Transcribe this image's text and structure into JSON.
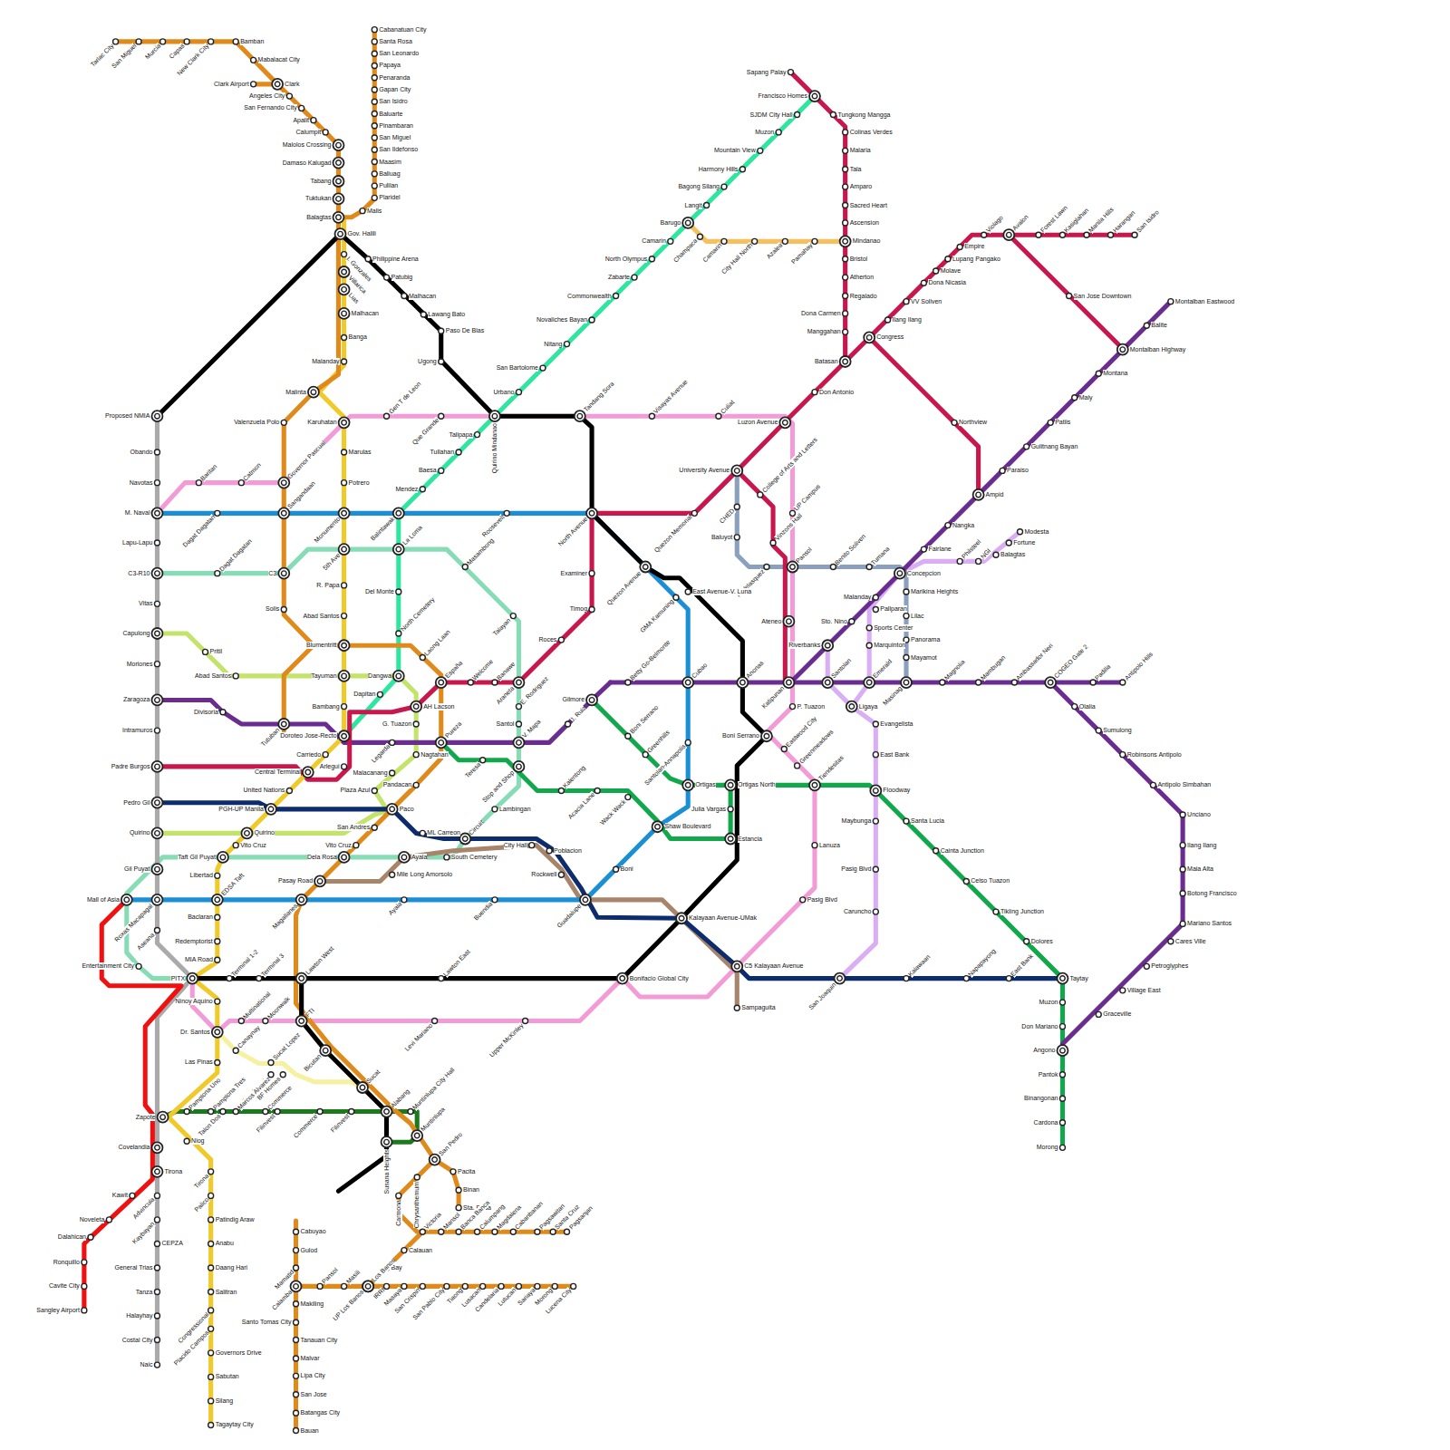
{
  "diagram": {
    "labels": [
      "Tarlac City",
      "San Miguel",
      "Murcia",
      "Capas",
      "New Clark City",
      "Bamban",
      "Mabalacat City",
      "Clark",
      "Clark Airport",
      "Angeles City",
      "San Fernando City",
      "Apalit",
      "Calumpit",
      "Malolos Crossing",
      "Damaso Kalugad",
      "Tabang",
      "Tuktukan",
      "Balagtas",
      "Malis",
      "Cabanatuan City",
      "Santa Rosa",
      "San Leonardo",
      "Papaya",
      "Penaranda",
      "Gapan City",
      "San Isidro",
      "Baluarte",
      "Pinambaran",
      "San Miguel",
      "San Ildefonso",
      "Maasim",
      "Baliuag",
      "Pulilan",
      "Plaridel",
      "Gov. Halili",
      "Philippine Arena",
      "Patubig",
      "Malhacan",
      "Lawang Bato",
      "Paso De Blas",
      "Ugong",
      "I. Gonzales",
      "Villarica",
      "Lias",
      "Malhacan",
      "Banga",
      "Malanday",
      "Malinta",
      "Valenzuela Polo",
      "Karuhatan",
      "Marulas",
      "Potrero",
      "Monumento",
      "5th Ave",
      "R. Papa",
      "Abad Santos",
      "Blumentritt",
      "Tayuman",
      "Bambang",
      "Doroteo Jose-Recto",
      "Carriedo",
      "Arlegui",
      "Central Terminal",
      "United Nations",
      "PGH-UP Manila",
      "Quirino",
      "Vito Cruz",
      "Taft Gil Puyat",
      "Libertad",
      "EDSA Taft",
      "Baclaran",
      "Redemptorist",
      "MIA Road",
      "Proposed NMIA",
      "Obando",
      "Navotas",
      "M. Naval",
      "Lapu-Lapu",
      "C3-R10",
      "Vitas",
      "Capulong",
      "Moriones",
      "Zaragoza",
      "Intramuros",
      "Padre Burgos",
      "Pedro Gil",
      "Quirino",
      "Gil Puyat",
      "Mall of Asia",
      "Roxas Macapagal",
      "Aseana",
      "Entertainment City",
      "PITX",
      "Dagat Dagatan",
      "Sangandaan",
      "Balintawak",
      "Roosevelt",
      "North Avenue",
      "Governor Pascual",
      "C3",
      "Solis",
      "Tutuban",
      "Dagat Dagatan",
      "Baritan",
      "Catmon",
      "Gen T de Leon",
      "Que Grande",
      "Quirino Mindanao",
      "Tandang Sora",
      "Visayas Avenue",
      "Culiat",
      "Luzon Avenue",
      "Sapang Palay",
      "Francisco Homes",
      "SJDM City Hall",
      "Muzon",
      "Mountain View",
      "Harmony Hills",
      "Bagong Silang",
      "Langit",
      "Barugo",
      "Camarin",
      "North Olympus",
      "Zabarte",
      "Commonwealth",
      "Novaliches Bayan",
      "Nitang",
      "San Bartolome",
      "Urbano",
      "Talipapa",
      "Tullahan",
      "Baesa",
      "Mendez",
      "La Loma",
      "Del Monte",
      "North Cemetery",
      "Dangwa",
      "Dapitan",
      "Champaca",
      "Camarin",
      "City Hall North",
      "Azalea",
      "Pamahay",
      "Tungkong Mangga",
      "Colinas Verdes",
      "Malaria",
      "Tala",
      "Amparo",
      "Sacred Heart",
      "Ascension",
      "Mindanao",
      "Bristol",
      "Atherton",
      "Regalado",
      "Dona Carmen",
      "Manggahan",
      "Batasan",
      "Don Antonio",
      "Congress",
      "Ilang Ilang",
      "VV Soliven",
      "Dona Nicasia",
      "Molave",
      "Lupang Pangako",
      "Empire",
      "Violago",
      "Avalon",
      "Forest Lawn",
      "Kasiglahan",
      "Manila Hills",
      "Harangan",
      "San Isidro",
      "San Jose Downtown",
      "Northview",
      "Ampid",
      "Montalban Eastwood",
      "Balite",
      "Montalban Highway",
      "Montana",
      "Maly",
      "Patiis",
      "Gulitnang Bayan",
      "Paraiso",
      "Nangka",
      "Fairlane",
      "Concepcion",
      "Malanday",
      "Sto. Nino",
      "Riverbanks",
      "University Avenue",
      "Quezon Memorial",
      "College of Arts and Letters",
      "CHED",
      "Baluyot",
      "Vinzons Hall",
      "P. Velasquez",
      "Pansol",
      "UP Campus",
      "Benito Soliven",
      "Tumana",
      "Ateneo",
      "Katipunan",
      "P. Tuazon",
      "Eastwood City",
      "Greenmeadows",
      "Tiendesitas",
      "Lanuza",
      "Pasig Blvd",
      "C5 Kalayaan Avenue",
      "Sampaguita",
      "Bonifacio Global City",
      "Upper McKinley",
      "Levi Mariano",
      "Lawton East",
      "FTI",
      "Lawton West",
      "Moonwalk",
      "Multinational",
      "Terminal 1-2",
      "Terminal 3",
      "Magallanes",
      "Ayala",
      "Buendia",
      "Guadalupe",
      "Boni",
      "Shaw Boulevard",
      "Ortigas",
      "Ortigas North",
      "Estancia",
      "Julia Vargas",
      "Kalayaan Avenue-UMak",
      "Santolan-Annapolis",
      "Cubao",
      "GMA Kamuning",
      "East Avenue-V. Luna",
      "Quezon Avenue",
      "Examiner",
      "Timog",
      "Roces",
      "Anonas",
      "Boni Serrano",
      "Betty Go-Belmonte",
      "Gilmore",
      "J. Ruiz",
      "Boni Serrano",
      "Greenhills",
      "Santolan",
      "Emerald",
      "Masinag",
      "Magnolia",
      "Mambugan",
      "Ambassador Neri",
      "COGEO Gate 2",
      "Padilla",
      "Antipolo Hills",
      "Olalia",
      "Sumulong",
      "Robinsons Antipolo",
      "Antipolo Simbahan",
      "Unciano",
      "Ilang Ilang",
      "Maia Alta",
      "Botong Francisco",
      "Mariano Santos",
      "Cares Ville",
      "Petroglyphes",
      "Village East",
      "Graceville",
      "Marikina Heights",
      "Lilac",
      "Panorama",
      "Mayamot",
      "Pallparan",
      "Sports Center",
      "Marquinton",
      "Philsteel",
      "NGI",
      "Balagtas",
      "Fortune",
      "Modesta",
      "Ligaya",
      "Evangelista",
      "East Bank",
      "Floodway",
      "Maybunga",
      "Pasig Blvd",
      "Caruncho",
      "San Joaquin",
      "Kalawaan",
      "Napapayong",
      "East Bank",
      "Taytay",
      "Santa Lucia",
      "Cainta Junction",
      "Celso Tuazon",
      "Tikling Junction",
      "Dolores",
      "Muzon",
      "Don Mariano",
      "Angono",
      "Pantok",
      "Binangonan",
      "Cardona",
      "Morong",
      "Laong Laan",
      "España",
      "Welcome",
      "Banawe",
      "Araneta",
      "E. Rodriguez",
      "Talayan",
      "Masambong",
      "Santol",
      "V. Mapa",
      "Stop and Shop",
      "Lambingan",
      "Teresa",
      "Pureza",
      "AH Lacson",
      "G. Tuazon",
      "Nagtahan",
      "Legarda",
      "Malacanang",
      "Pandacan",
      "Plaza Azul",
      "Paco",
      "ML Carreon",
      "Circuit",
      "City Hall",
      "Poblacion",
      "Rockwell",
      "South Cemetery",
      "San Andres",
      "Vito Cruz",
      "Dela Rosa",
      "Ayala",
      "Mile Long Amorsolo",
      "Pasay Road",
      "Kalentong",
      "Acacia Lane",
      "Wack Wack",
      "Pritil",
      "Abad Santos",
      "Divisoria",
      "Ninoy Aquino",
      "Dr. Santos",
      "Las Pinas",
      "Canaynay",
      "Sucat Lopez",
      "San Antonio",
      "BF Homes",
      "Bicutan",
      "Sucat",
      "Alabang",
      "Muntinlupa City Hall",
      "Muntinlupa",
      "Susana Heights",
      "San Pedro",
      "Pacita",
      "Binan",
      "Sta. Rosa",
      "Chrysanthemum",
      "Carmona",
      "Victoria",
      "Mansol",
      "Banca Banca",
      "Calumpang",
      "Magdalena",
      "Cabanbanan",
      "Pagsawitan",
      "Santa Cruz",
      "Pagsanjan",
      "Calauan",
      "Bay",
      "Los Banos",
      "UP Los Banos",
      "Masili",
      "Pansol",
      "Mamatid",
      "Calamba",
      "Cabuyao",
      "Gulod",
      "Makiling",
      "Santo Tomas City",
      "Tanauan City",
      "Malvar",
      "Lipa City",
      "San Jose",
      "Batangas City",
      "Bauan",
      "IRRI",
      "Masaya",
      "San Crispin",
      "San Pablo City",
      "Tiaong",
      "Lusacan",
      "Candelaria",
      "Lutucan",
      "Sariaya",
      "Morong",
      "Lucena City",
      "Pamplona Uno",
      "Pamplona Tres",
      "Talon Dos",
      "Marcos Alvarez",
      "Zapote",
      "Commerce",
      "Filinvest",
      "Commerce",
      "Filinvest",
      "Niog",
      "Covelandia",
      "Tirona",
      "Kawit",
      "Noveleta",
      "Dalahican",
      "Ronquillo",
      "Cavite City",
      "Sangley Airport",
      "Advincula",
      "Kaybayan",
      "CEPZA",
      "General Trias",
      "Tanza",
      "Halayhay",
      "Costal City",
      "Naic",
      "Tirona",
      "Palico",
      "Patindig Araw",
      "Anabu",
      "Daang Hari",
      "Salitran",
      "Congressional",
      "Placido Campos",
      "Governors Drive",
      "Sabutan",
      "Silang",
      "Tagaytay City"
    ]
  }
}
